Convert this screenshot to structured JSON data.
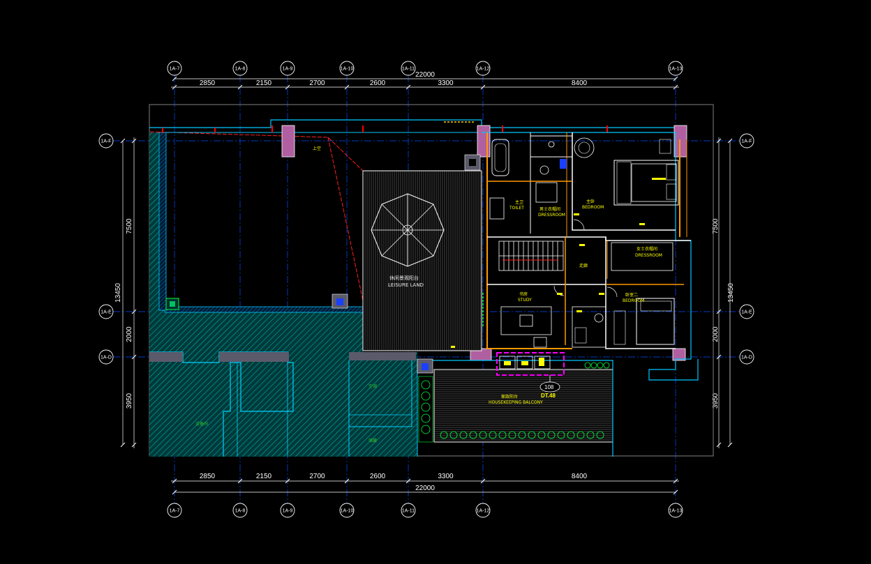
{
  "drawing": {
    "grid_columns": [
      "1A-7",
      "1A-8",
      "1A-9",
      "1A-10",
      "1A-11",
      "1A-12",
      "1A-13"
    ],
    "grid_rows": [
      "1A-F",
      "1A-E",
      "1A-D"
    ],
    "top_dims": [
      "2850",
      "2150",
      "2700",
      "2600",
      "3300",
      "8400"
    ],
    "overall_width": "22000",
    "side_dims": [
      "7500",
      "2000",
      "3950"
    ],
    "overall_height": "13450",
    "callout_number": "108",
    "callout_ref": "DT.48",
    "rooms": {
      "leisure_cn": "休闲景观阳台",
      "leisure_en": "LEISURE LAND",
      "balcony_cn": "家政阳台",
      "balcony_en": "HOUSEKEEPING BALCONY",
      "master_cn": "主卧",
      "master_en": "BEDROOM",
      "walkin_cn": "男士衣帽间",
      "walkin_en": "DRESSROOM",
      "dress2_cn": "女士衣帽间",
      "dress2_en": "DRESSROOM",
      "toilet_cn": "主卫",
      "toilet_en": "TOILET",
      "study_cn": "书房",
      "study_en": "STUDY",
      "corridor_cn": "走廊",
      "bedroom2_cn": "卧室二",
      "bedroom2_en": "BEDROOM",
      "up_label": "上空"
    }
  },
  "colors": {
    "background": "#000000",
    "axis": "#0050ff",
    "dimension": "#ffffff",
    "wall_outline": "#00c8ff",
    "hatch": "#00a0a0",
    "room_text": "#ffff00",
    "highlight": "#ff00ff",
    "red_line": "#ff0000",
    "plant": "#00ff40",
    "column_fill": "#b060a0"
  }
}
